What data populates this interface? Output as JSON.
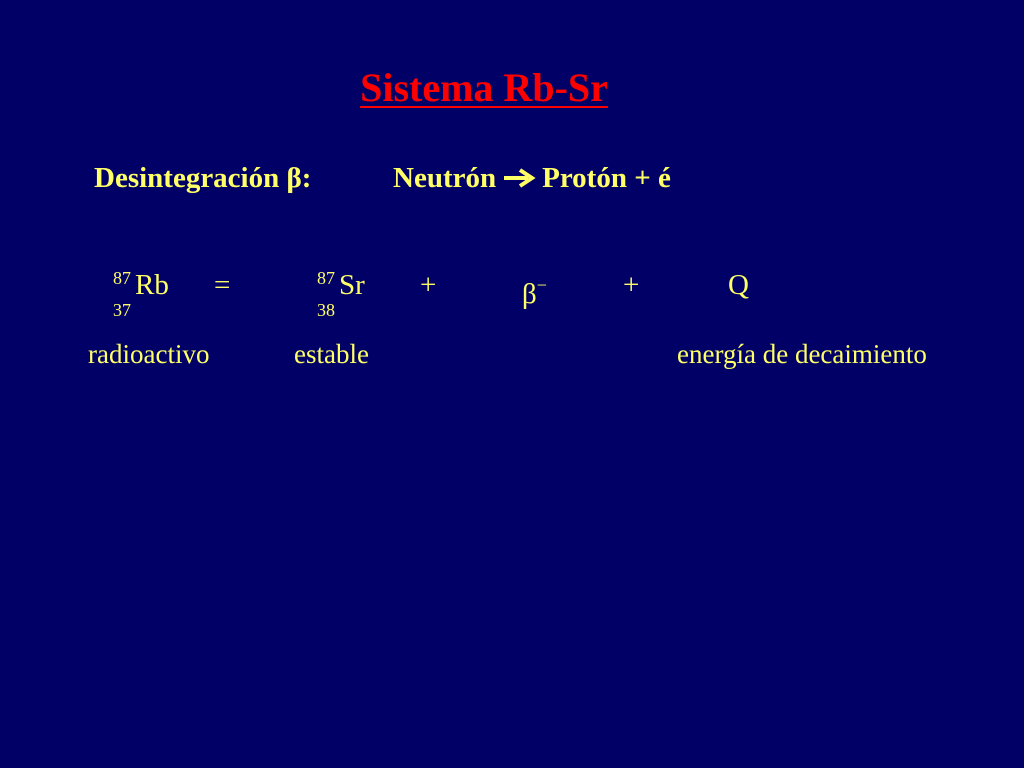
{
  "slide": {
    "title": "Sistema Rb-Sr",
    "subtitle": {
      "left": "Desintegración β:",
      "right_from": "Neutrón",
      "arrow_icon": "arrow-right-icon",
      "right_to": "Protón + é"
    },
    "equation": {
      "rb": {
        "mass": "87",
        "symbol": "Rb",
        "atomic": "37"
      },
      "equals": "=",
      "sr": {
        "mass": "87",
        "symbol": "Sr",
        "atomic": "38"
      },
      "plus1": "+",
      "beta": "β",
      "beta_charge": "−",
      "plus2": "+",
      "q": "Q"
    },
    "labels": {
      "rb": "radioactivo",
      "sr": "estable",
      "q": "energía de decaimiento"
    },
    "colors": {
      "background": "#000066",
      "title": "#ff0000",
      "text": "#ffff66"
    }
  }
}
